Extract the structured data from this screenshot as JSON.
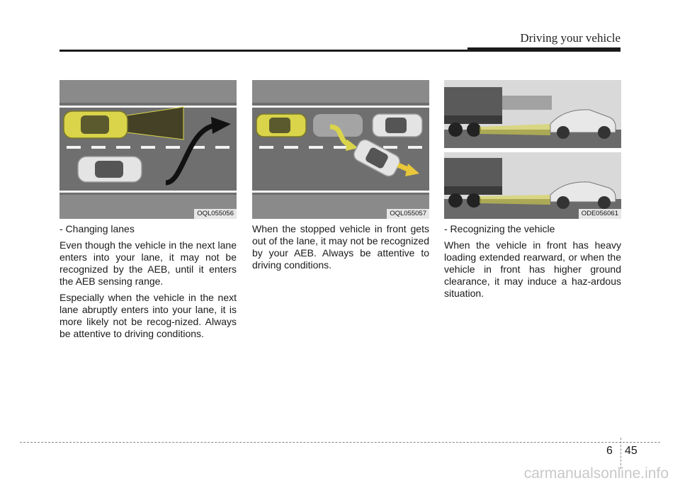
{
  "header": {
    "title": "Driving your vehicle"
  },
  "columns": [
    {
      "figure_code": "OQL055056",
      "caption": "- Changing lanes",
      "paragraphs": [
        "Even though the vehicle in the next lane enters into your lane, it may not be recognized by the AEB, until it enters the AEB sensing range.",
        "Especially when the vehicle in the next lane abruptly enters into your lane, it is more likely not be recog-nized. Always be attentive to driving conditions."
      ]
    },
    {
      "figure_code": "OQL055057",
      "caption": "",
      "paragraphs": [
        "When the stopped vehicle in front gets out of the lane, it may not be recognized by your AEB. Always be attentive to driving conditions."
      ]
    },
    {
      "figure_code": "ODE056061",
      "caption": "- Recognizing the vehicle",
      "paragraphs": [
        "When the vehicle in front has heavy loading extended rearward, or when the vehicle in front has higher ground clearance, it may induce a haz-ardous situation."
      ]
    }
  ],
  "footer": {
    "chapter": "6",
    "page": "45"
  },
  "watermark": "carmanualsonline.info",
  "colors": {
    "road": "#7a7a7a",
    "highlight": "#d9d44a",
    "arrow": "#111111"
  }
}
